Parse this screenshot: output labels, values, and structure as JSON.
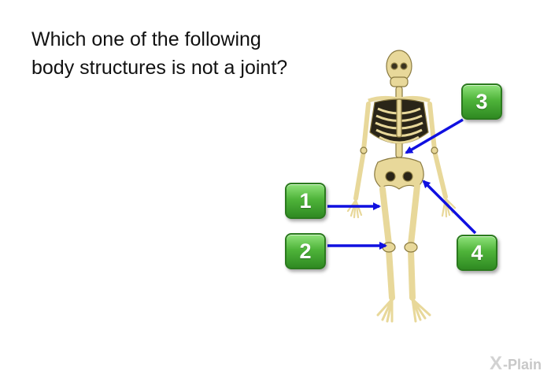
{
  "question": {
    "line1": "Which one of the following",
    "line2": "body structures is not a joint?"
  },
  "options": [
    {
      "label": "1"
    },
    {
      "label": "2"
    },
    {
      "label": "3"
    },
    {
      "label": "4"
    }
  ],
  "brand": {
    "x": "X",
    "text": "-Plain"
  },
  "colors": {
    "arrow": "#1010e0",
    "button_green": "#4fb43a",
    "bone": "#e8d89a",
    "bone_outline": "#8a7a40"
  }
}
